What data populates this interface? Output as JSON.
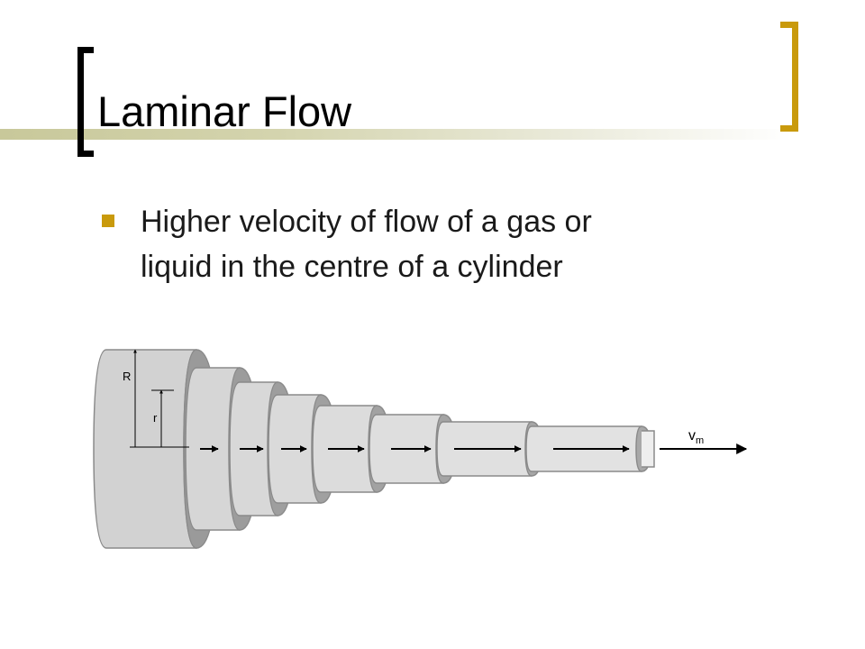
{
  "slide": {
    "title": "Laminar Flow",
    "bullets": [
      {
        "line1": "Higher velocity of flow of a gas or",
        "line2": "liquid in the centre of a cylinder"
      }
    ]
  },
  "diagram": {
    "label_R": "R",
    "label_r": "r",
    "label_v": "v",
    "label_v_sub": "m"
  },
  "colors": {
    "accent_gold": "#c99a0c",
    "bracket_black": "#000000",
    "cylinder_fill": "#cfcfcf",
    "cylinder_edge": "#8a8a8a"
  }
}
